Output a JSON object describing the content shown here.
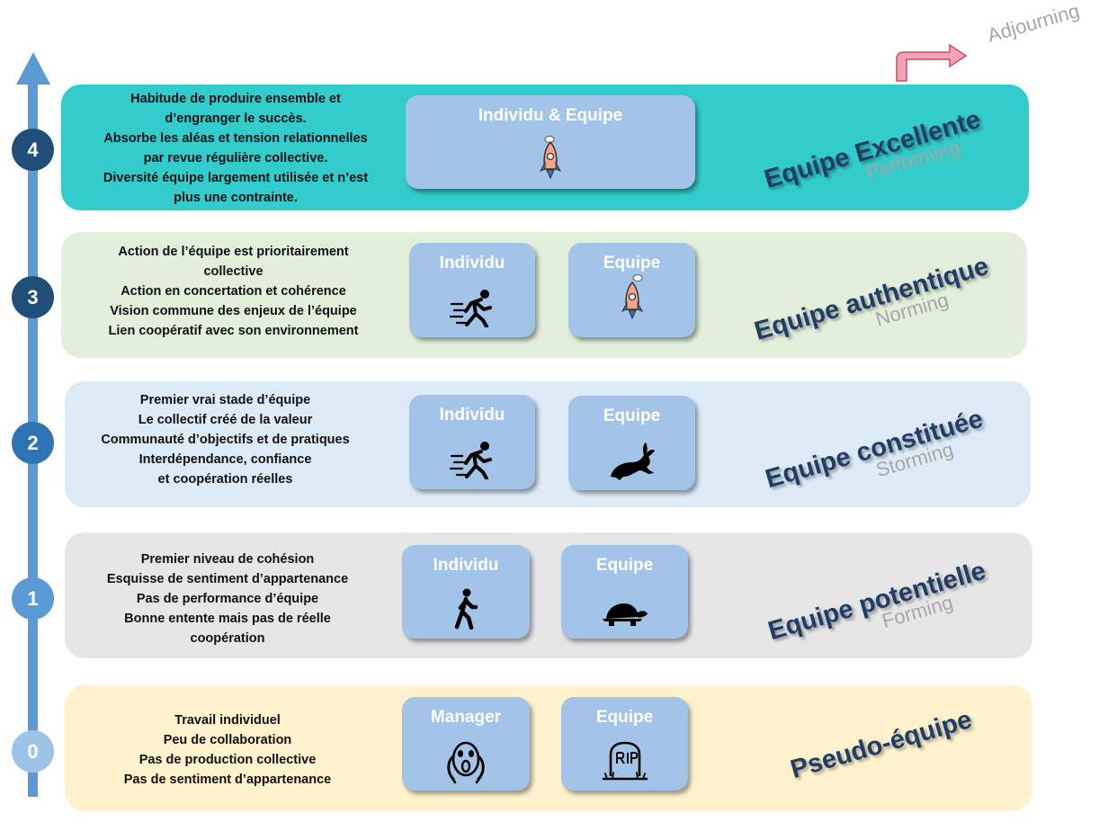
{
  "adjourning_label": "Adjourning",
  "levels": [
    {
      "number": "4",
      "description": [
        "Habitude de produire ensemble et",
        "d’engranger le succès.",
        "Absorbe les aléas et tension relationnelles",
        "par revue régulière collective.",
        "Diversité équipe largement utilisée et n’est",
        "plus une contrainte."
      ],
      "boxes": [
        {
          "label": "Individu & Equipe",
          "icon": "rocket-icon"
        }
      ],
      "stage_name": "Equipe Excellente",
      "stage_phase": "Performing",
      "band_color": "#33cccc"
    },
    {
      "number": "3",
      "description": [
        "Action de l’équipe est prioritairement",
        "collective",
        "Action en concertation et cohérence",
        "Vision commune des enjeux de l’équipe",
        "Lien coopératif avec son environnement"
      ],
      "boxes": [
        {
          "label": "Individu",
          "icon": "running-person-icon"
        },
        {
          "label": "Equipe",
          "icon": "rocket-icon"
        }
      ],
      "stage_name": "Equipe authentique",
      "stage_phase": "Norming",
      "band_color": "#e2efda"
    },
    {
      "number": "2",
      "description": [
        "Premier vrai stade d’équipe",
        "Le collectif créé de la valeur",
        "Communauté d’objectifs et de pratiques",
        "Interdépendance, confiance",
        "et coopération réelles"
      ],
      "boxes": [
        {
          "label": "Individu",
          "icon": "running-person-icon"
        },
        {
          "label": "Equipe",
          "icon": "rabbit-icon"
        }
      ],
      "stage_name": "Equipe constituée",
      "stage_phase": "Storming",
      "band_color": "#ddebf7"
    },
    {
      "number": "1",
      "description": [
        "Premier niveau de cohésion",
        "Esquisse de sentiment d’appartenance",
        "Pas de performance d’équipe",
        "Bonne entente mais pas de réelle",
        "coopération"
      ],
      "boxes": [
        {
          "label": "Individu",
          "icon": "walking-person-icon"
        },
        {
          "label": "Equipe",
          "icon": "turtle-icon"
        }
      ],
      "stage_name": "Equipe potentielle",
      "stage_phase": "Forming",
      "band_color": "#e7e6e6"
    },
    {
      "number": "0",
      "description": [
        "Travail individuel",
        "Peu de collaboration",
        "Pas de production collective",
        "Pas de sentiment d’appartenance"
      ],
      "boxes": [
        {
          "label": "Manager",
          "icon": "scream-face-icon"
        },
        {
          "label": "Equipe",
          "icon": "tombstone-icon"
        }
      ],
      "stage_name": "Pseudo-équipe",
      "stage_phase": "",
      "band_color": "#fff2cc"
    }
  ],
  "circle_colors": [
    "#1f4e79",
    "#1f4e79",
    "#2e75b6",
    "#5b9bd5",
    "#9dc3e6"
  ]
}
